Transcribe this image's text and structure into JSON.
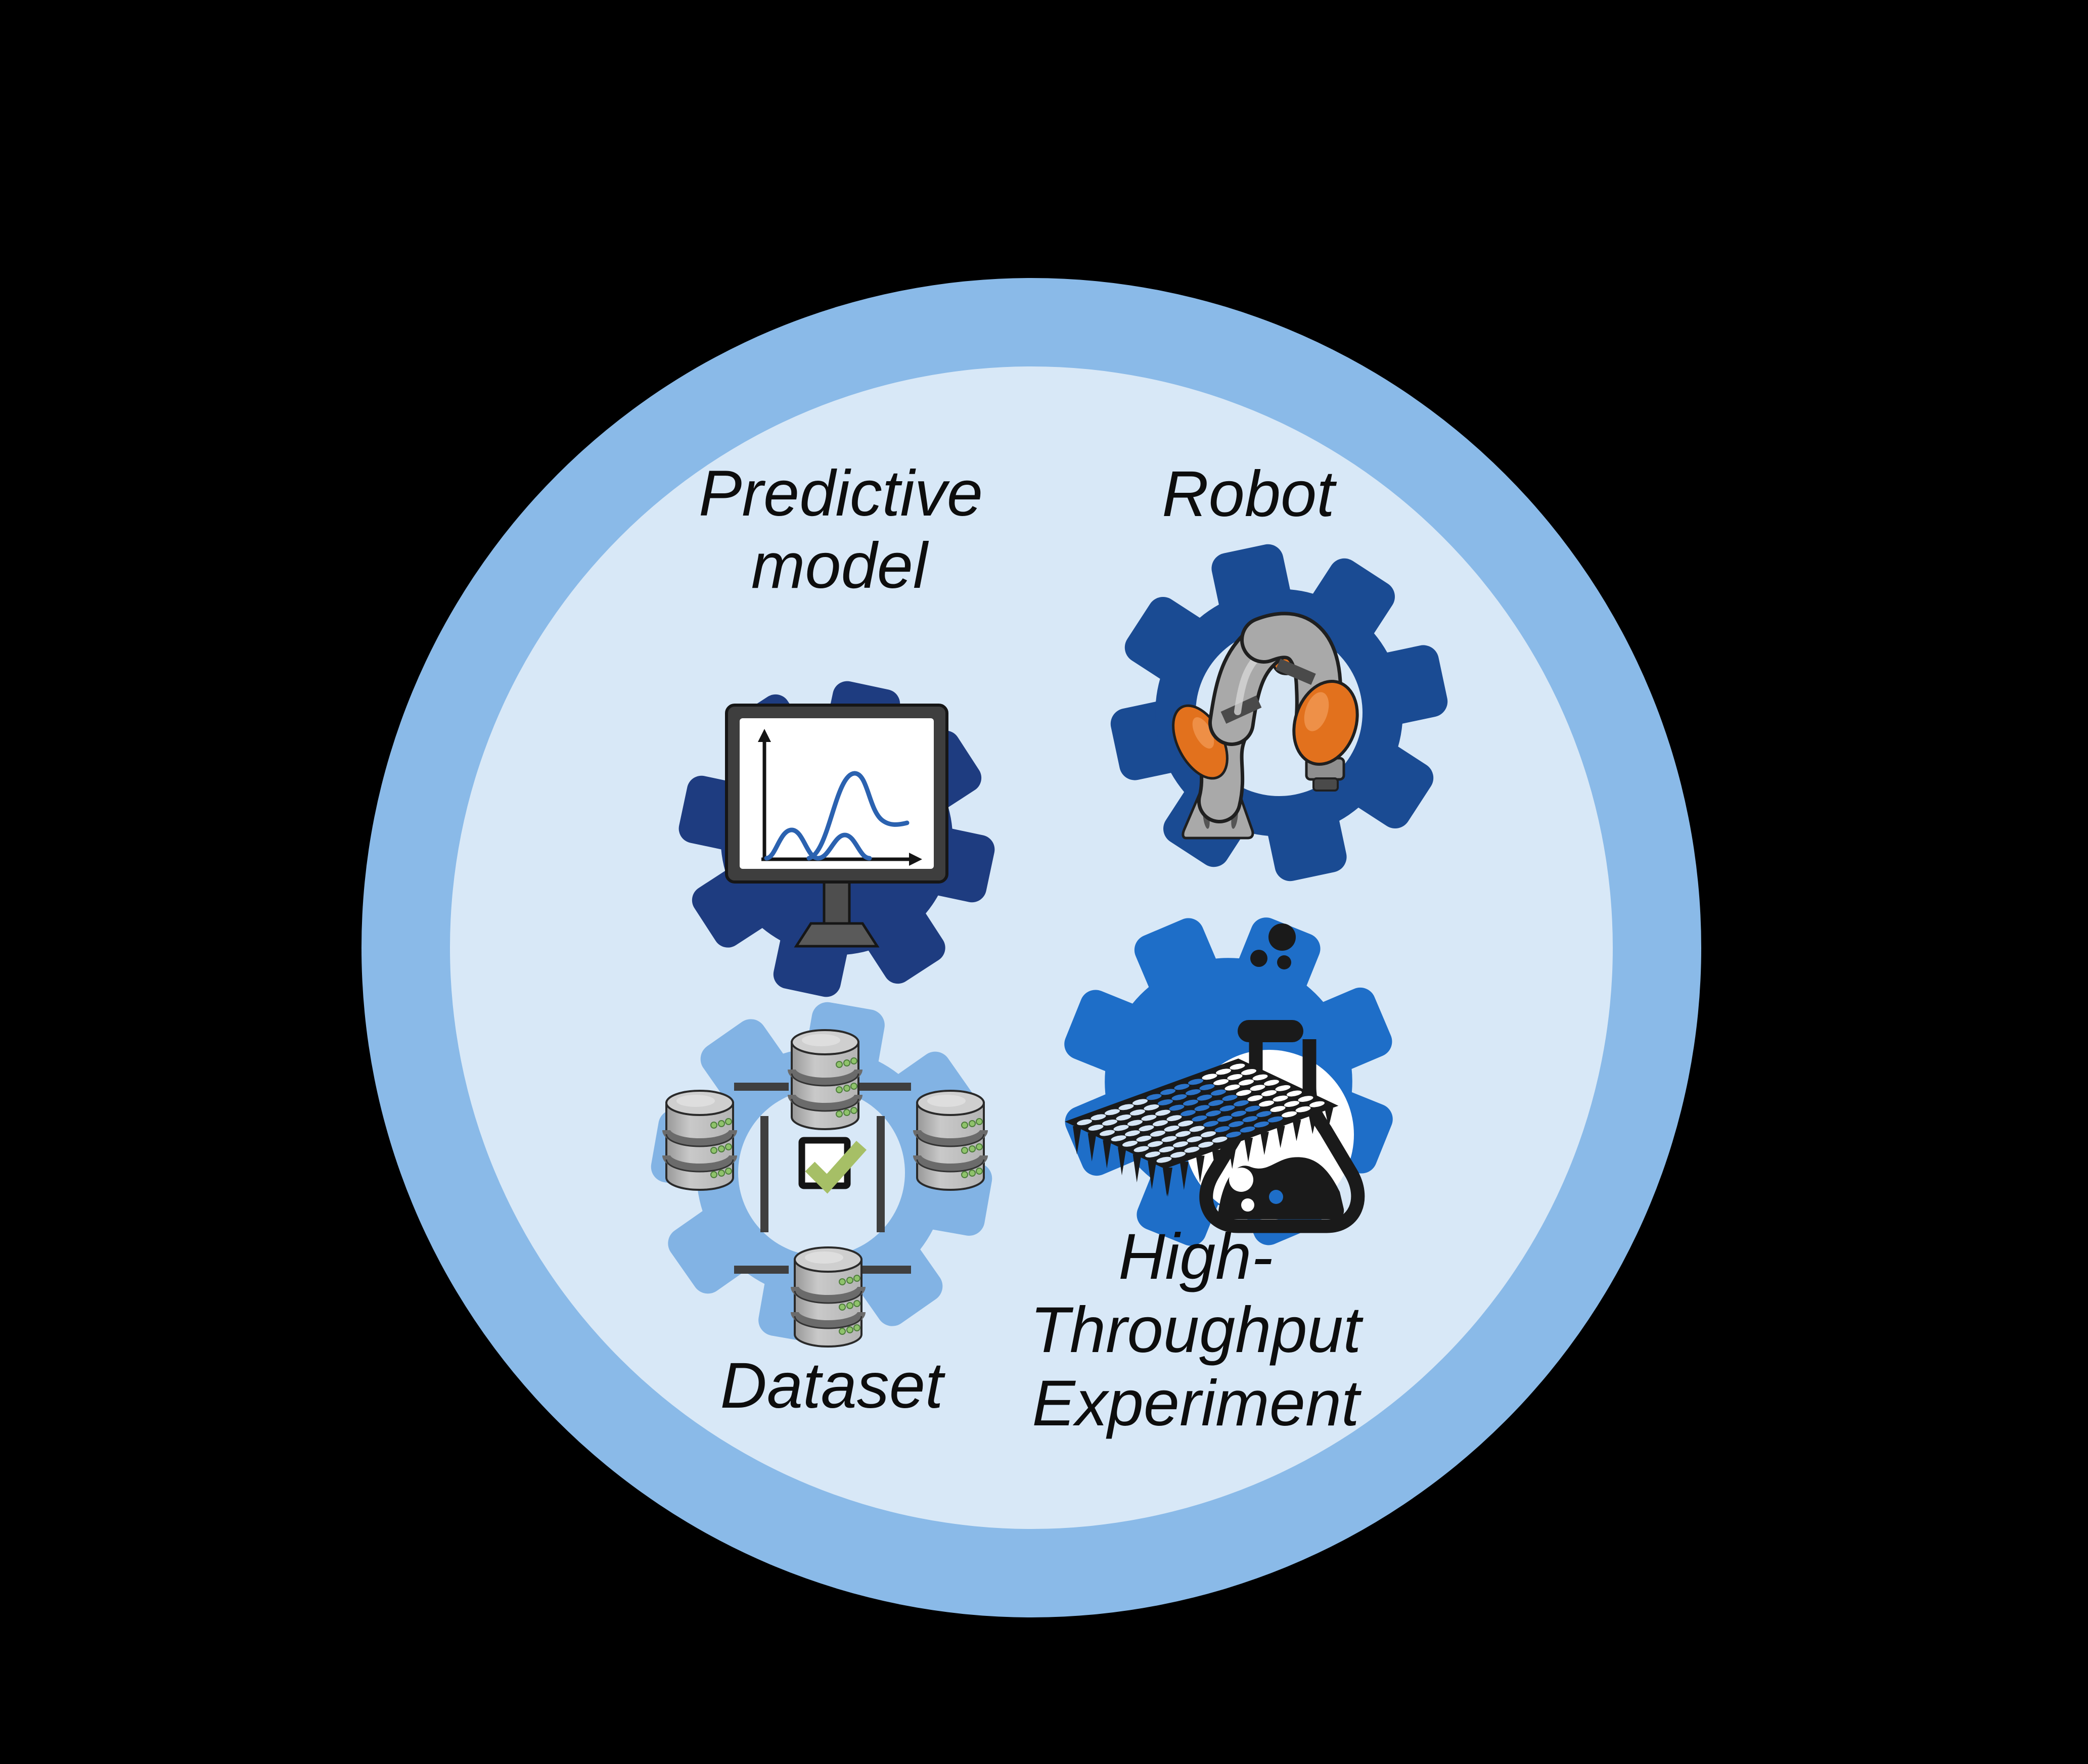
{
  "diagram": {
    "labels": {
      "predictive_line1": "Predictive",
      "predictive_line2": "model",
      "robot": "Robot",
      "dataset": "Dataset",
      "hte_line1": "High-",
      "hte_line2": "Throughput",
      "hte_line3": "Experiment"
    },
    "colors": {
      "background": "#000000",
      "outer_ring": "#8ABAE8",
      "inner_circle": "#D8E8F7",
      "gear_predictive": "#1E3C80",
      "gear_robot": "#1A4B93",
      "gear_dataset": "#82B3E4",
      "gear_hte": "#1E6EC8",
      "monitor_frame": "#3E3E3E",
      "curve_blue": "#2B62B0",
      "robot_orange": "#E2711D",
      "robot_gray": "#A9A9A9",
      "db_led_green": "#8FC36B",
      "check_green": "#A6BF66",
      "plate_black": "#1A1A1A",
      "plate_dot_light": "#D6E6F6",
      "plate_dot_blue": "#2B74CB",
      "plate_dot_white": "#FFFFFF",
      "white_hole": "#FFFFFF"
    },
    "icons": {
      "gear": "gear-icon",
      "monitor": "monitor-icon",
      "chart": "chart-curves-icon",
      "robot_arm": "robot-arm-icon",
      "database": "database-icon",
      "checkbox": "checkbox-icon",
      "check": "checkmark-icon",
      "microplate": "microplate-icon",
      "flask": "erlenmeyer-flask-icon"
    }
  }
}
